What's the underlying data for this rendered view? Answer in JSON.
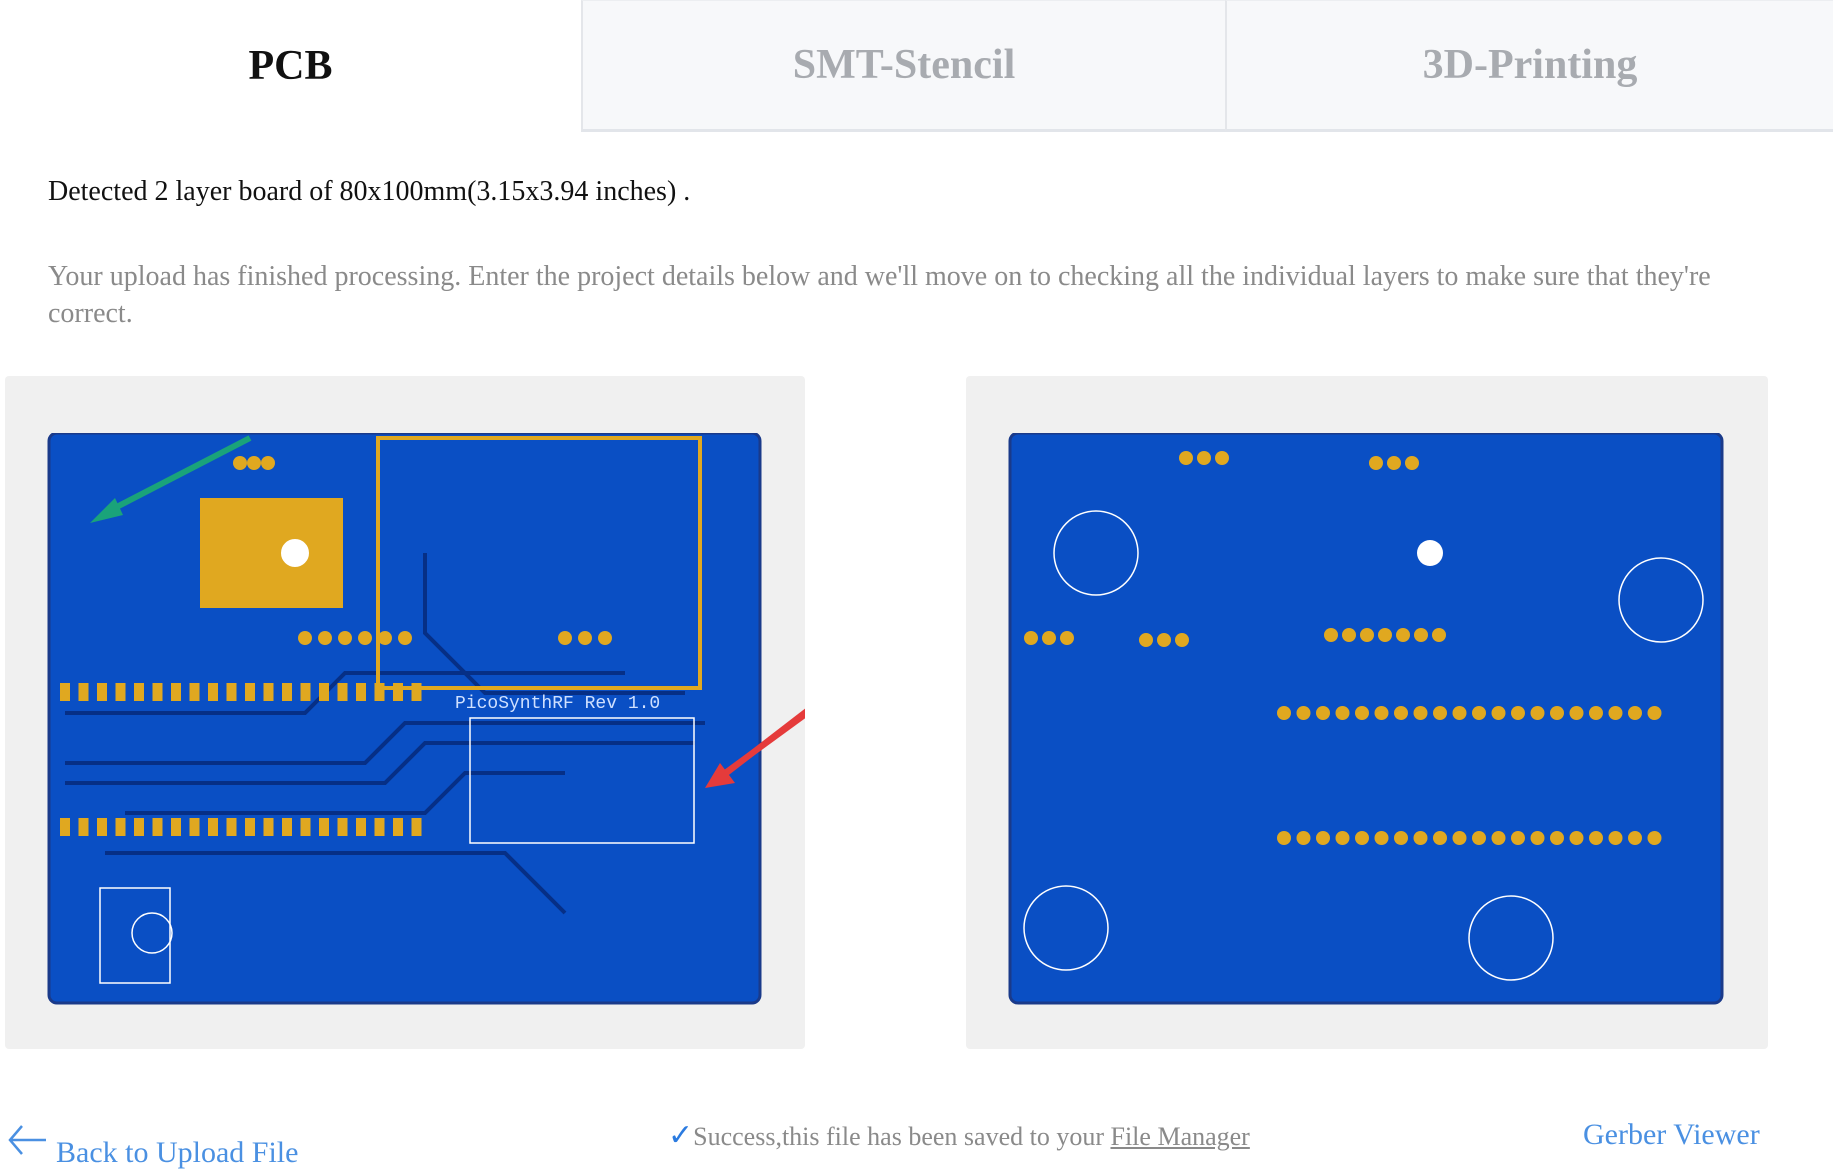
{
  "tabs": [
    {
      "label": "PCB",
      "active": true
    },
    {
      "label": "SMT-Stencil",
      "active": false
    },
    {
      "label": "3D-Printing",
      "active": false
    }
  ],
  "detected": "Detected 2 layer board of 80x100mm(3.15x3.94 inches) .",
  "info": "Your upload has finished processing. Enter the project details below and we'll move on to checking all the individual layers to make sure that they're correct.",
  "preview": {
    "board_label": "PicoSynthRF Rev 1.0",
    "board_color": "#0a4fc4",
    "pad_color": "#e0a820"
  },
  "footer": {
    "back": "Back to Upload File",
    "success_prefix": "Success,this file has been saved to your ",
    "file_manager": "File Manager",
    "gerber_viewer": "Gerber Viewer"
  },
  "colors": {
    "link": "#4a90e2",
    "check": "#2b7be0"
  }
}
